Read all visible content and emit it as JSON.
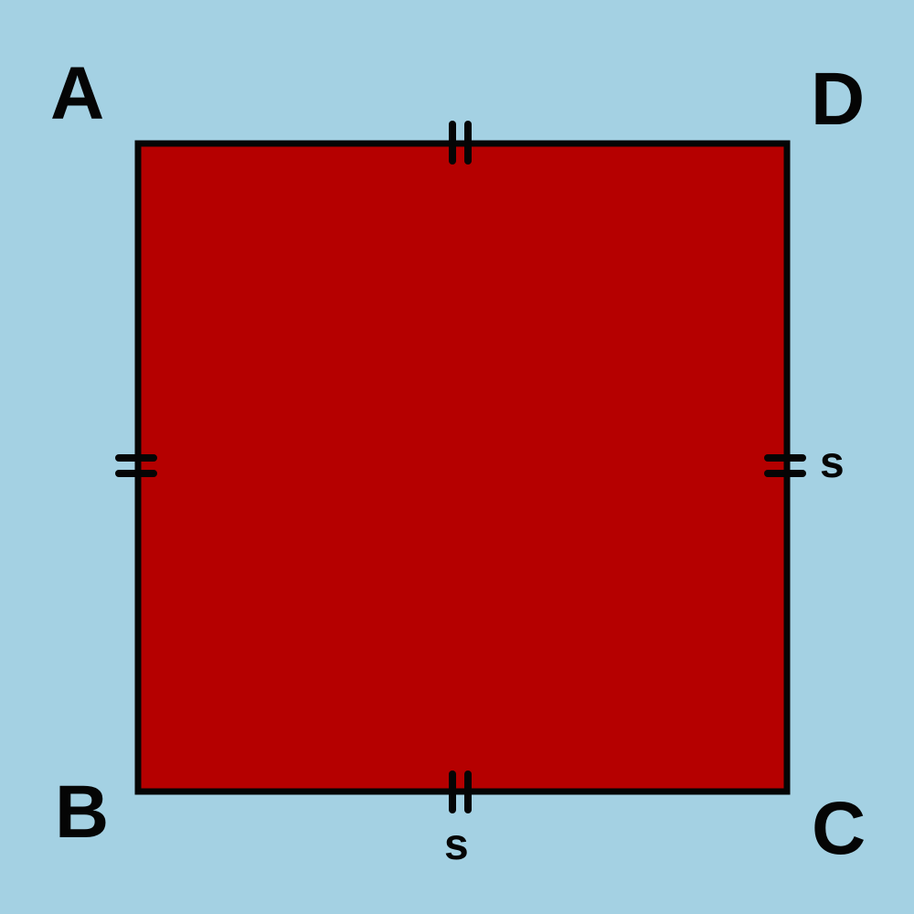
{
  "figure": {
    "shape": "square",
    "colors": {
      "background": "#a4d1e3",
      "fill": "#b50000",
      "outline": "#050505",
      "tick": "#050505",
      "text": "#050505"
    },
    "vertices": {
      "top_left": "A",
      "bottom_left": "B",
      "bottom_right": "C",
      "top_right": "D"
    },
    "side_labels": {
      "right": "s",
      "bottom": "s"
    },
    "congruence_ticks": {
      "per_side": 2,
      "sides": [
        "AD",
        "AB",
        "DC",
        "BC"
      ]
    }
  }
}
